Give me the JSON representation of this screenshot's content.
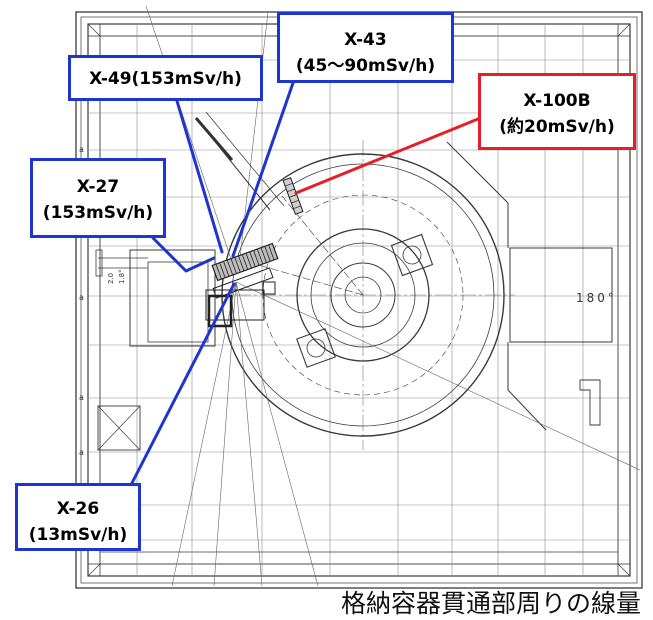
{
  "caption": "格納容器貫通部周りの線量",
  "drawing": {
    "angle_label": "180°",
    "pipe_labels": [
      "2.0",
      "1.8°"
    ],
    "grid_markers": [
      "a",
      "a",
      "a",
      "a"
    ]
  },
  "callouts": {
    "x43": {
      "name": "X-43",
      "dose": "(45～90mSv/h)",
      "color": "#1d36cf"
    },
    "x49": {
      "text": "X-49(153mSv/h)",
      "color": "#1d36cf"
    },
    "x100b": {
      "name": "X-100B",
      "dose": "(約20mSv/h)",
      "color": "#e51f2a"
    },
    "x27": {
      "name": "X-27",
      "dose": "(153mSv/h)",
      "color": "#1d36cf"
    },
    "x26": {
      "name": "X-26",
      "dose": "(13mSv/h)",
      "color": "#1d36cf"
    }
  },
  "colors": {
    "drawing_line": "#3a3a3a",
    "grid_line": "#8c8c8c",
    "caption_text": "#111111"
  }
}
